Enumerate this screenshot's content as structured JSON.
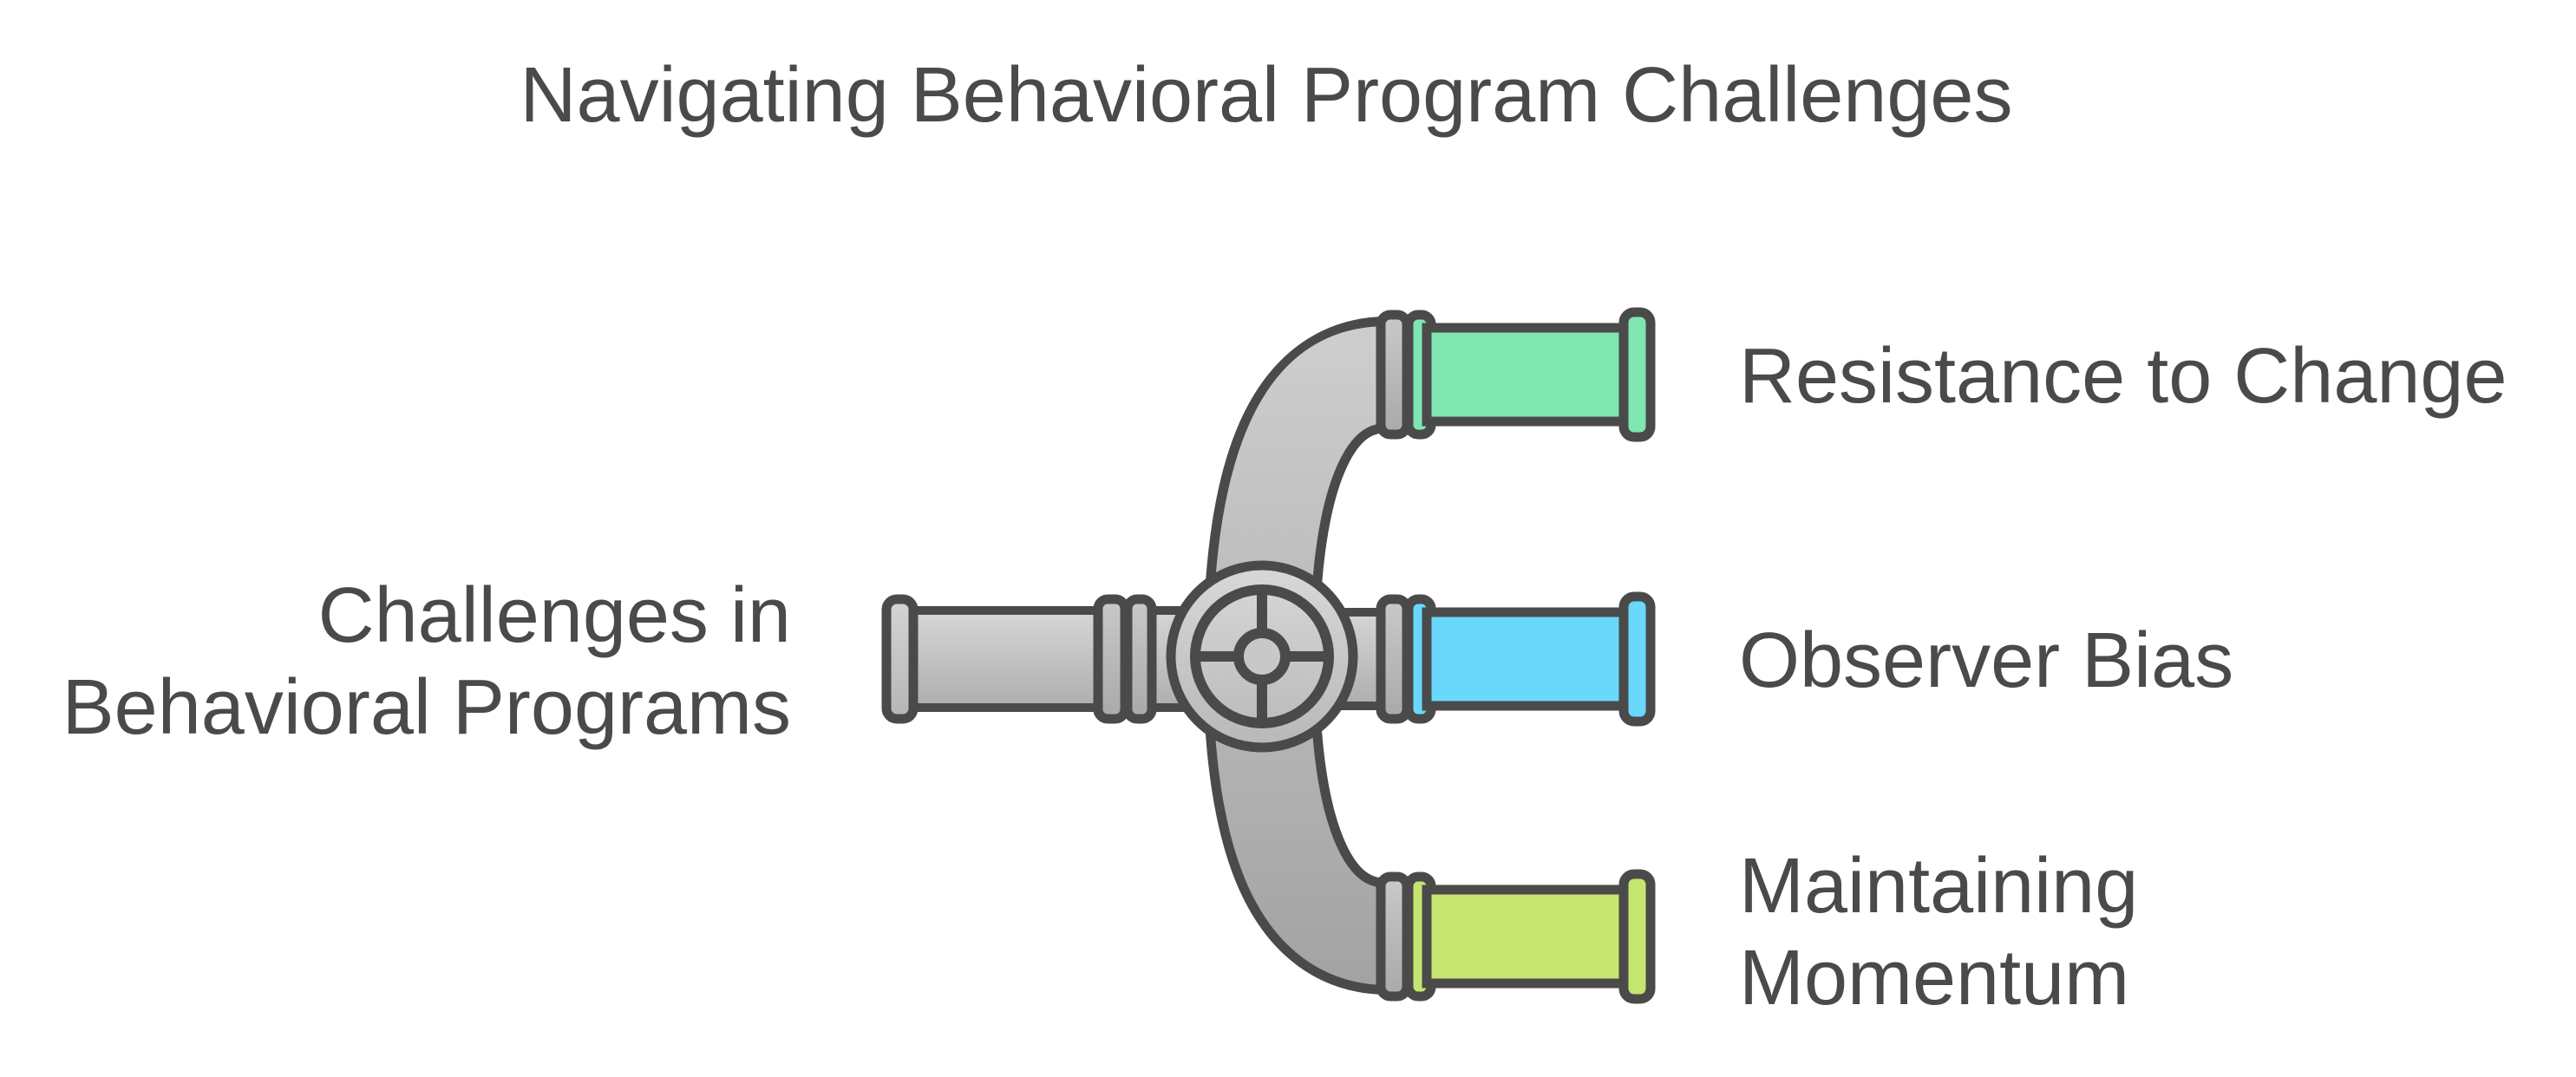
{
  "title": "Navigating Behavioral Program Challenges",
  "source_label": {
    "line1": "Challenges in",
    "line2": "Behavioral Programs"
  },
  "branches": [
    {
      "name": "Resistance to Change",
      "line1": "Resistance to Change",
      "line2": "",
      "color": "#7fe6b1"
    },
    {
      "name": "Observer Bias",
      "line1": "Observer Bias",
      "line2": "",
      "color": "#69d8fb"
    },
    {
      "name": "Maintaining Momentum",
      "line1": "Maintaining",
      "line2": "Momentum",
      "color": "#c6e570"
    }
  ],
  "colors": {
    "outline": "#4a4a4a",
    "text": "#4a4a4a",
    "pipe_gray_light": "#d6d6d6",
    "pipe_gray_dark": "#a8a8a8",
    "background": "#ffffff"
  }
}
